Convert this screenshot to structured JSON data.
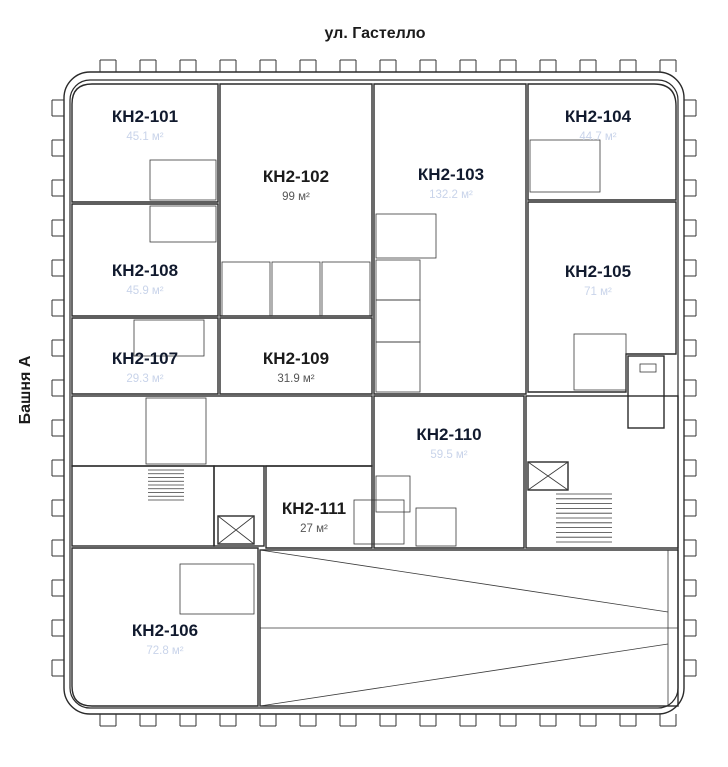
{
  "street_label": "ул. Гастелло",
  "side_label": "Башня А",
  "colors": {
    "sold": "#4e6da5",
    "free": "#ffffff",
    "wall": "#2a2a2a",
    "label_on_blue": "#111a2e",
    "area_on_blue": "#c9d4ea",
    "label_on_white": "#1b1b1b",
    "area_on_white": "#555555"
  },
  "units": [
    {
      "id": "kh2-101",
      "name": "КН2-101",
      "area": "45.1 м²",
      "status": "sold"
    },
    {
      "id": "kh2-102",
      "name": "КН2-102",
      "area": "99 м²",
      "status": "free"
    },
    {
      "id": "kh2-103",
      "name": "КН2-103",
      "area": "132.2 м²",
      "status": "sold"
    },
    {
      "id": "kh2-104",
      "name": "КН2-104",
      "area": "44.7 м²",
      "status": "sold"
    },
    {
      "id": "kh2-105",
      "name": "КН2-105",
      "area": "71 м²",
      "status": "sold"
    },
    {
      "id": "kh2-106",
      "name": "КН2-106",
      "area": "72.8 м²",
      "status": "sold"
    },
    {
      "id": "kh2-107",
      "name": "КН2-107",
      "area": "29.3 м²",
      "status": "sold"
    },
    {
      "id": "kh2-108",
      "name": "КН2-108",
      "area": "45.9 м²",
      "status": "sold"
    },
    {
      "id": "kh2-109",
      "name": "КН2-109",
      "area": "31.9 м²",
      "status": "free"
    },
    {
      "id": "kh2-110",
      "name": "КН2-110",
      "area": "59.5 м²",
      "status": "sold"
    },
    {
      "id": "kh2-111",
      "name": "КН2-111",
      "area": "27 м²",
      "status": "free"
    }
  ]
}
